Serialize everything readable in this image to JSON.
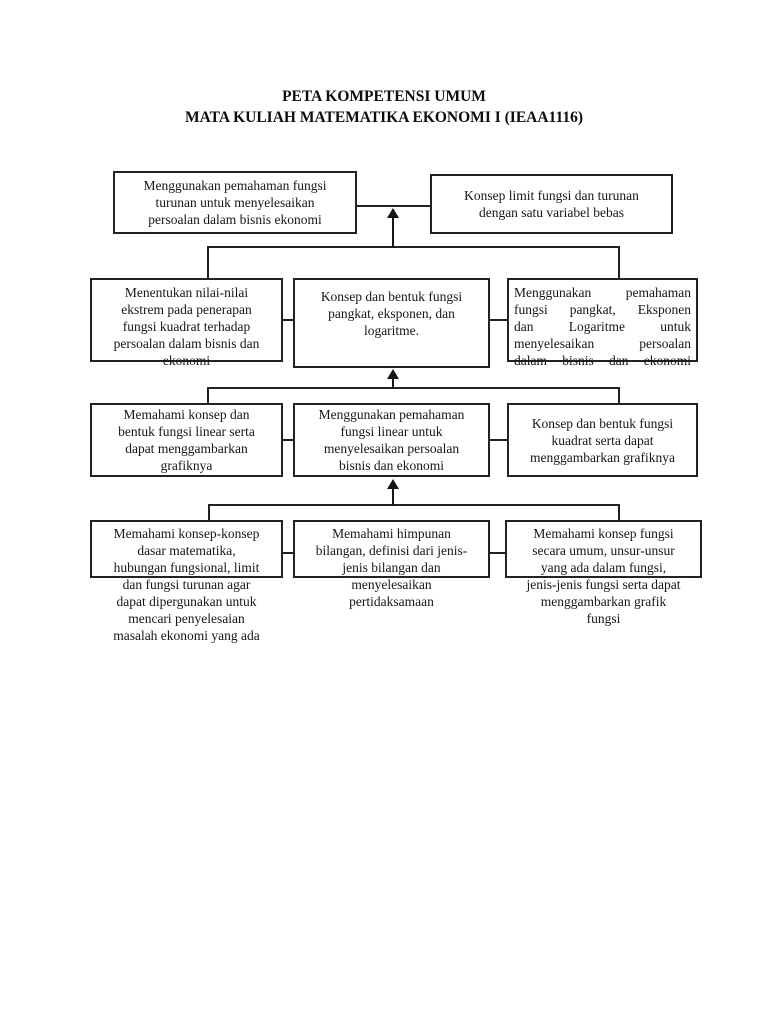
{
  "page": {
    "title": "PETA KOMPETENSI UMUM\nMATA KULIAH MATEMATIKA EKONOMI I (IEAA1116)"
  },
  "diagram": {
    "r1_left": "Menggunakan pemahaman fungsi\nturunan untuk menyelesaikan\npersoalan dalam bisnis ekonomi",
    "r1_right": "Konsep limit fungsi dan turunan\ndengan satu variabel bebas",
    "r2_left": "Menentukan nilai-nilai\nekstrem pada penerapan\nfungsi kuadrat terhadap\npersoalan dalam bisnis dan\nekonomi",
    "r2_center": "Konsep dan bentuk fungsi\npangkat, eksponen, dan\nlogaritme.",
    "r2_right": "Menggunakan pemahaman\nfungsi pangkat, Eksponen\ndan Logaritme untuk\nmenyelesaikan persoalan\ndalam bisnis dan ekonomi",
    "r3_left": "Memahami konsep dan\nbentuk fungsi linear serta\ndapat menggambarkan\ngrafiknya",
    "r3_center": "Menggunakan pemahaman\nfungsi linear untuk\nmenyelesaikan persoalan\nbisnis dan ekonomi",
    "r3_right": "Konsep dan bentuk fungsi\nkuadrat serta dapat\nmenggambarkan grafiknya",
    "r4_left": "Memahami konsep-konsep\ndasar matematika,\nhubungan fungsional, limit\ndan fungsi turunan agar\ndapat dipergunakan untuk\nmencari penyelesaian\nmasalah ekonomi yang ada",
    "r4_center": "Memahami himpunan\nbilangan, definisi dari jenis-\njenis bilangan dan\nmenyelesaikan\npertidaksamaan",
    "r4_right": "Memahami konsep fungsi\nsecara umum, unsur-unsur\nyang ada dalam fungsi,\njenis-jenis fungsi serta dapat\nmenggambarkan grafik\nfungsi"
  },
  "colors": {
    "line": "#222222",
    "text": "#161616",
    "background": "#ffffff"
  }
}
